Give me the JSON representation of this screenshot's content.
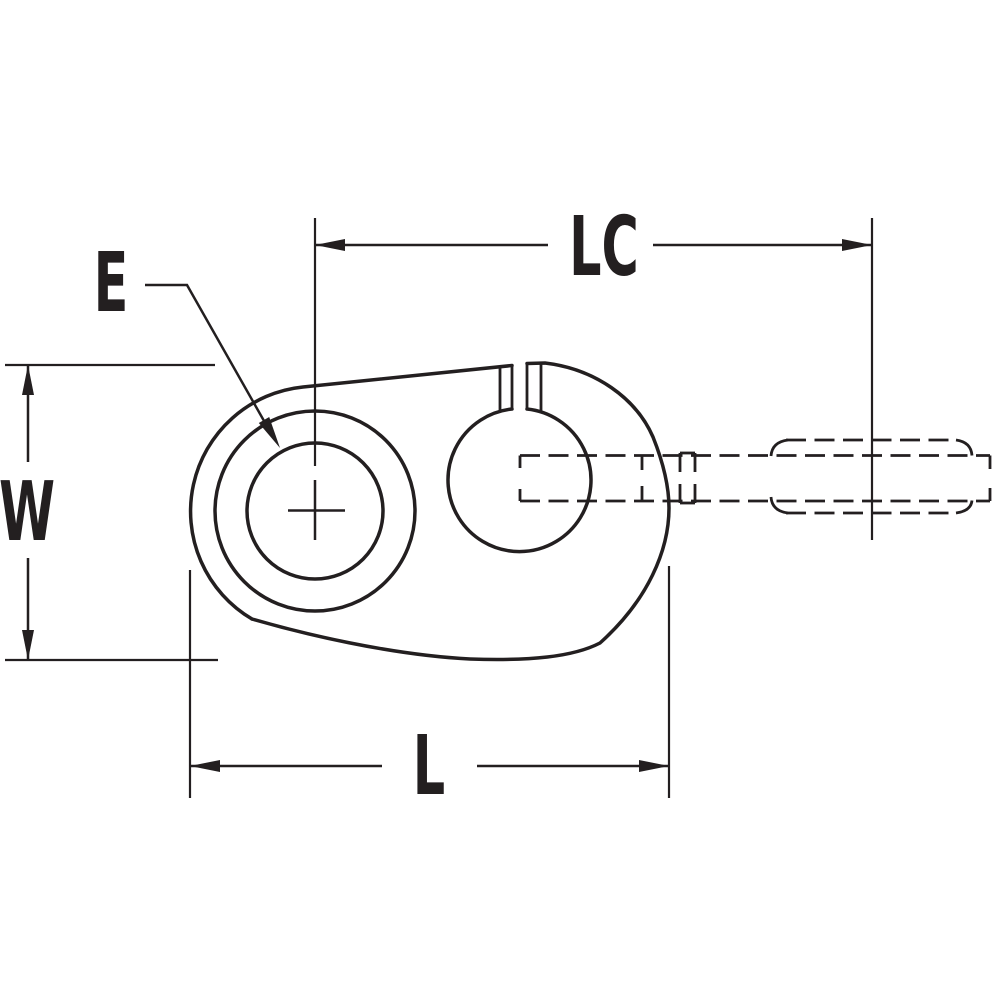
{
  "figure": {
    "type": "engineering-dimension-drawing",
    "subject": "cable-clamp-with-swaged-cable-fitting",
    "background_color": "#ffffff",
    "line_color": "#231f20",
    "labels": {
      "lc": "LC",
      "e": "E",
      "w": "W",
      "l": "L"
    }
  }
}
